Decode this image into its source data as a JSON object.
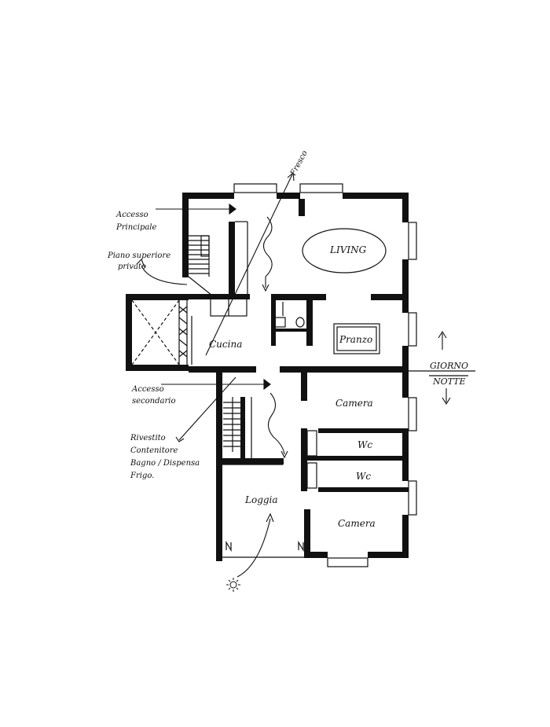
{
  "colors": {
    "ink": "#111111",
    "paper": "#ffffff"
  },
  "labels": {
    "fresco": "Fresco",
    "accesso_principale": [
      "Accesso",
      "Principale"
    ],
    "piano_superiore": [
      "Piano superiore",
      "privato"
    ],
    "accesso_secondario": [
      "Accesso",
      "secondario"
    ],
    "rivestito": [
      "Rivestito",
      "Contenitore",
      "Bagno / Dispensa",
      "Frigo."
    ],
    "giorno": "GIORNO",
    "notte": "NOTTE",
    "living": "LIVING",
    "pranzo": "Pranzo",
    "cucina": "Cucina",
    "camera_top": "Camera",
    "wc_1": "Wc",
    "wc_2": "Wc",
    "loggia": "Loggia",
    "camera_bottom": "Camera"
  },
  "icons": {
    "sun": "sun-icon"
  }
}
